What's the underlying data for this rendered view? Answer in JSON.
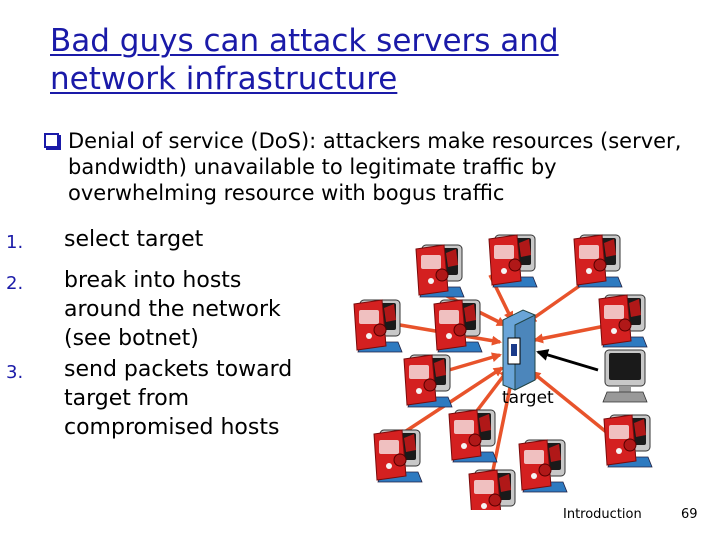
{
  "slide": {
    "title_line1": "Bad guys can attack servers and",
    "title_line2": "network infrastructure",
    "intro": "Denial of service (DoS): attackers make resources (server, bandwidth) unavailable to legitimate traffic by overwhelming resource with bogus traffic",
    "steps": [
      {
        "num": "1.",
        "text": "select target"
      },
      {
        "num": "2.",
        "line1": "break into hosts",
        "line2": "around the network",
        "line3": "(see botnet)"
      },
      {
        "num": "3.",
        "line1": "send packets toward",
        "line2": "target from",
        "line3": "compromised hosts"
      }
    ],
    "target_label": "target",
    "footer": "Introduction",
    "page_number": "69"
  },
  "colors": {
    "title": "#1a1aa8",
    "arrow": "#e8532b",
    "host_red": "#d42020",
    "server_blue": "#6aa5d8"
  }
}
